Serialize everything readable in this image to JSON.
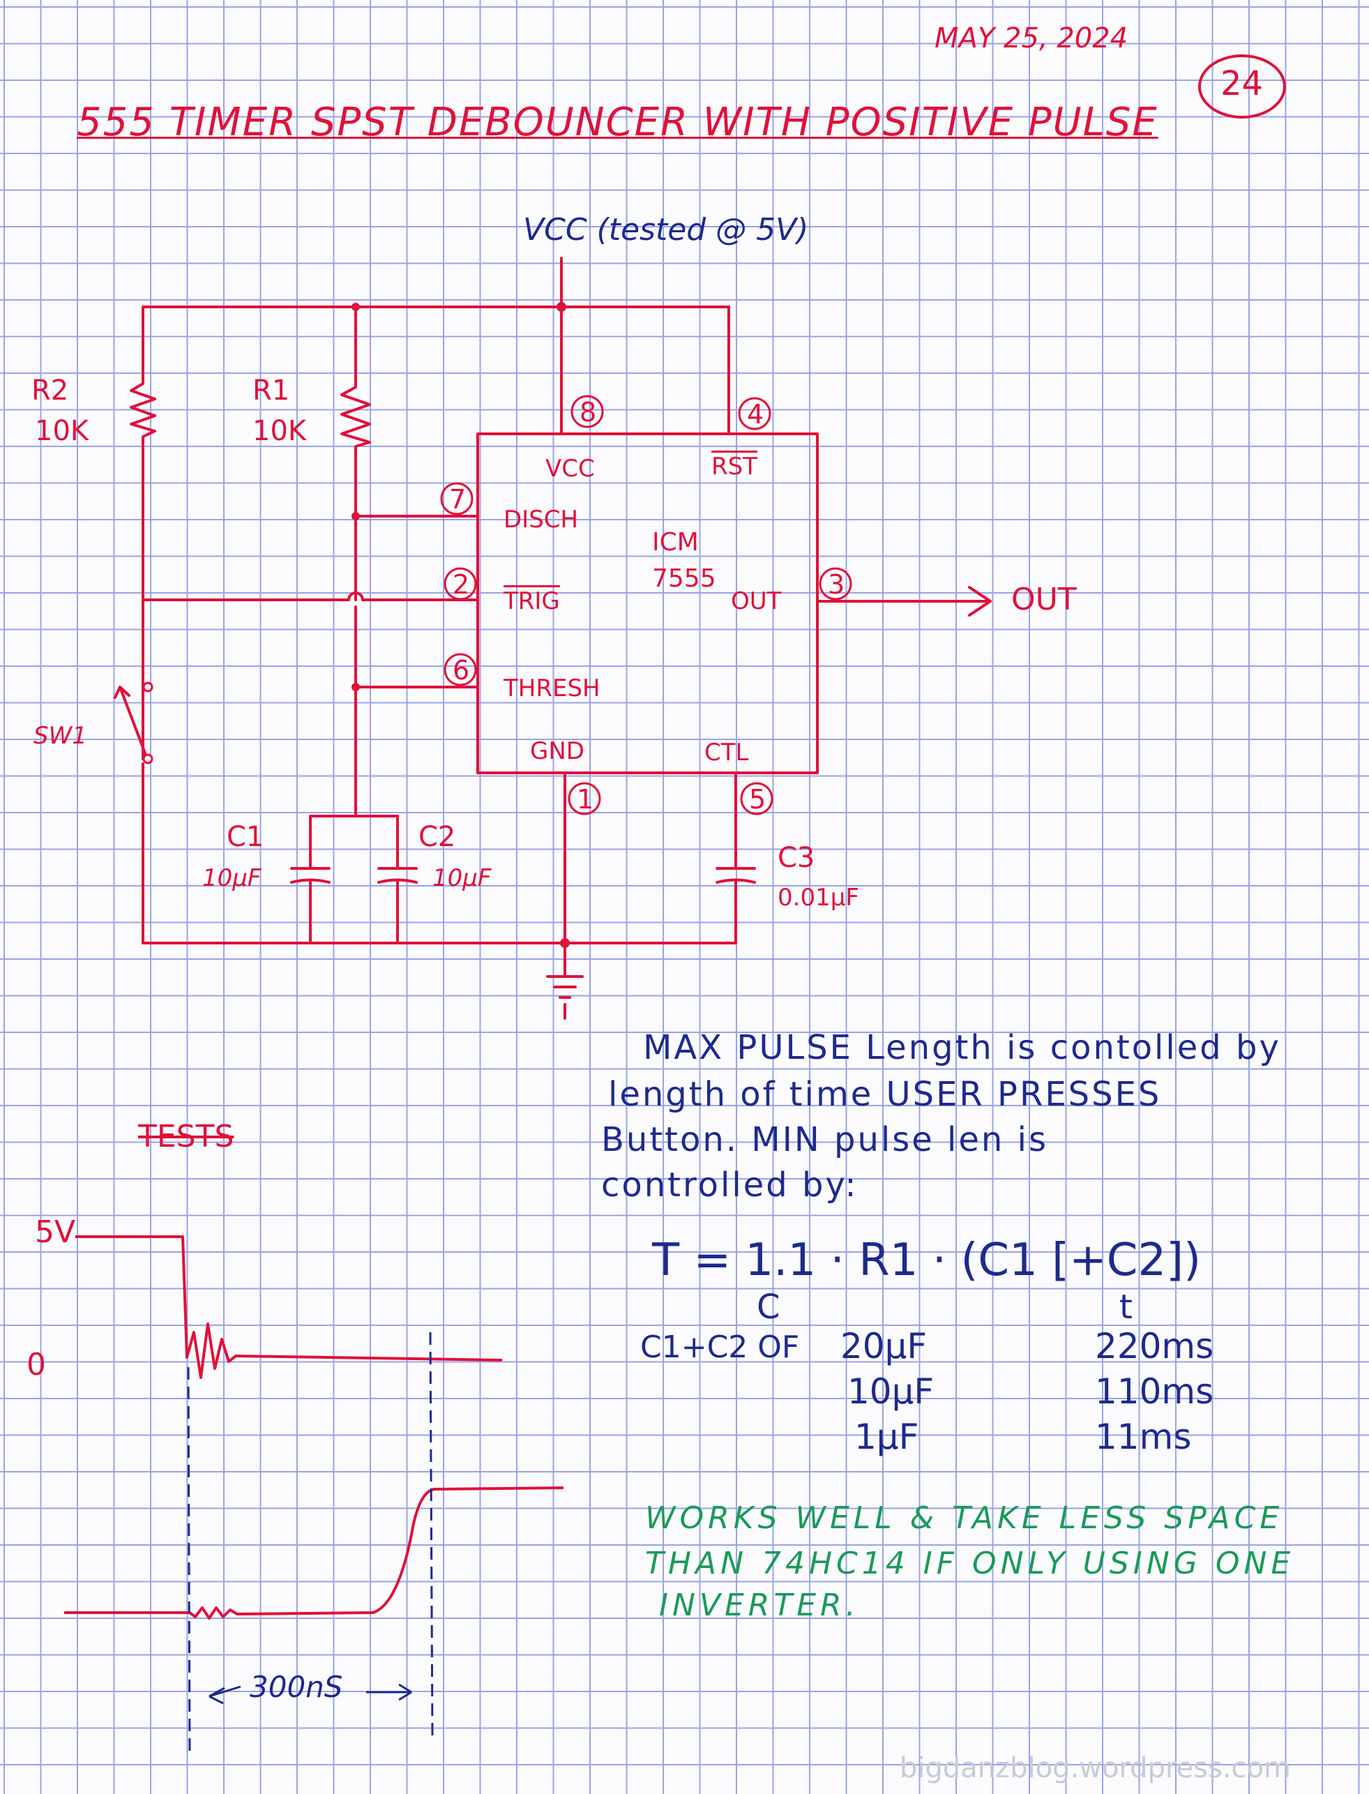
{
  "header": {
    "date": "MAY 25, 2024",
    "page_number": "24",
    "title": "555 TIMER SPST DEBOUNCER WITH POSITIVE PULSE"
  },
  "schematic": {
    "vcc_label": "VCC (tested @ 5V)",
    "r2": {
      "name": "R2",
      "value": "10K"
    },
    "r1": {
      "name": "R1",
      "value": "10K"
    },
    "chip": {
      "name": "ICM",
      "part": "7555"
    },
    "pins": [
      {
        "num": "8",
        "name": "VCC"
      },
      {
        "num": "4",
        "name": "RST"
      },
      {
        "num": "7",
        "name": "DISCH"
      },
      {
        "num": "2",
        "name": "TRIG"
      },
      {
        "num": "6",
        "name": "THRESH"
      },
      {
        "num": "3",
        "name": "OUT"
      },
      {
        "num": "1",
        "name": "GND"
      },
      {
        "num": "5",
        "name": "CTL"
      }
    ],
    "out_label": "OUT",
    "switch_label": "SW1",
    "c1": {
      "name": "C1",
      "value": "10µF"
    },
    "c2": {
      "name": "C2",
      "value": "10µF"
    },
    "c3": {
      "name": "C3",
      "value": "0.01µF"
    }
  },
  "tests": {
    "heading": "TESTS",
    "y_labels": [
      "5V",
      "0"
    ],
    "interval": "300nS"
  },
  "notes": {
    "lines": [
      "MAX PULSE Length is contolled by",
      "length of time USER PRESSES",
      "Button. MIN pulse len is",
      "controlled by:"
    ],
    "formula": "T = 1.1 · R1 · (C1 [+C2])",
    "col_c": "C",
    "col_t": "t",
    "table_prefix": "C1+C2 OF",
    "table": [
      {
        "c": "20µF",
        "t": "220ms"
      },
      {
        "c": "10µF",
        "t": "110ms"
      },
      {
        "c": "1µF",
        "t": "11ms"
      }
    ],
    "green": [
      "WORKS WELL & TAKE LESS SPACE",
      "THAN 74HC14 IF ONLY USING ONE",
      "INVERTER."
    ]
  },
  "watermark": "bigdanzblog.wordpress.com",
  "colors": {
    "ink_red": "#e0113a",
    "ink_blue": "#1d2a8c",
    "ink_green": "#1a9a5a",
    "grid": "#9aa3e6"
  }
}
